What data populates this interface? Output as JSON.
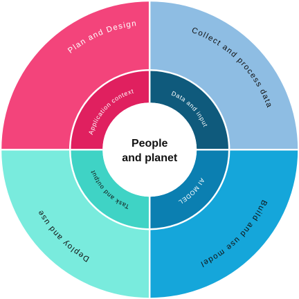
{
  "center": {
    "line1": "People",
    "line2": "and planet"
  },
  "outer_segments": [
    {
      "label": "Plan and Design",
      "color": "#f3447b"
    },
    {
      "label": "Collect and process data",
      "color": "#8ebde3"
    },
    {
      "label": "Build and use model",
      "color": "#15a6da"
    },
    {
      "label": "Deploy and use",
      "color": "#79ebdd"
    }
  ],
  "inner_segments": [
    {
      "label": "Application context",
      "color": "#e0205f"
    },
    {
      "label": "Data and input",
      "color": "#0f5a7c"
    },
    {
      "label": "AI MODEL",
      "color": "#0b7fb1"
    },
    {
      "label": "Task and output",
      "color": "#3fd3c5"
    }
  ],
  "colors": {
    "background": "#ffffff",
    "center_fill": "#ffffff",
    "center_text": "#111111"
  }
}
